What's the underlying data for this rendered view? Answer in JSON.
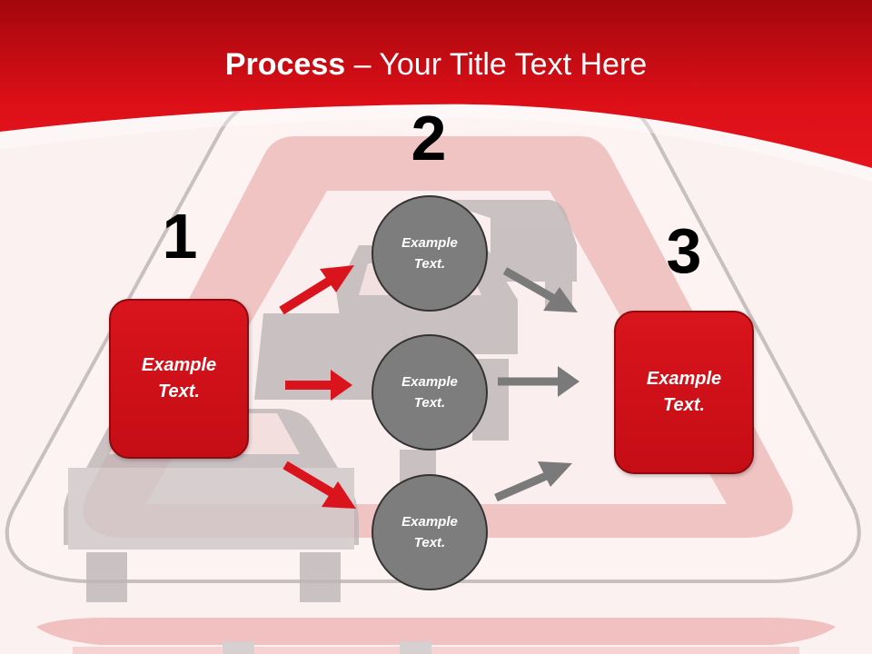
{
  "title": {
    "bold": "Process",
    "rest": " – Your Title Text Here"
  },
  "steps": [
    {
      "number": "1",
      "label": "Example\nText."
    },
    {
      "number": "2",
      "labels": [
        "Example\nText.",
        "Example\nText.",
        "Example\nText."
      ]
    },
    {
      "number": "3",
      "label": "Example\nText."
    }
  ],
  "colors": {
    "accent": "#d9141c",
    "circle": "#7d7d7d",
    "arrow_red": "#d9141c",
    "arrow_gray": "#7a7a7a"
  }
}
